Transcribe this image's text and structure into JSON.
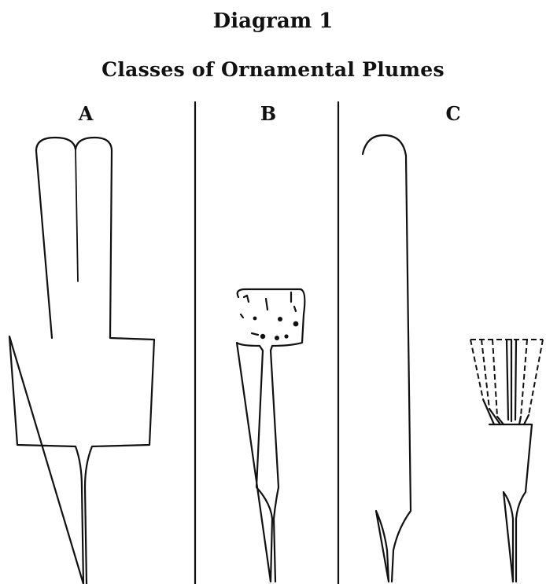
{
  "diagram": {
    "title": "Diagram 1",
    "subtitle": "Classes of Ornamental Plumes",
    "panels": [
      {
        "label": "A"
      },
      {
        "label": "B"
      },
      {
        "label": "C"
      }
    ]
  }
}
